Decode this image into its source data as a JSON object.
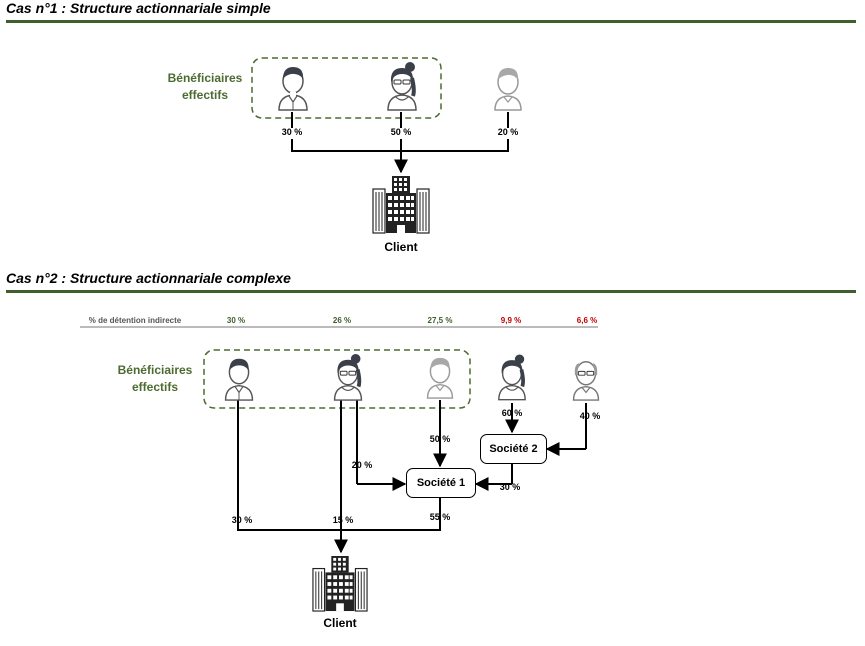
{
  "case1": {
    "title": "Cas n°1 : Structure actionnariale simple",
    "beneficiaries_label": "Bénéficiaires effectifs",
    "shares": [
      "30 %",
      "50 %",
      "20 %"
    ],
    "client_label": "Client"
  },
  "case2": {
    "title": "Cas n°2 : Structure actionnariale complexe",
    "beneficiaries_label": "Bénéficiaires effectifs",
    "indirect_header": "% de détention indirecte",
    "indirect_values": [
      "30 %",
      "26 %",
      "27,5 %",
      "9,9 %",
      "6,6 %"
    ],
    "indirect_colors": [
      "#3e5e2b",
      "#3e5e2b",
      "#3e5e2b",
      "#c00000",
      "#c00000"
    ],
    "societe1": "Société 1",
    "societe2": "Société 2",
    "pct_p3_to_s1": "50 %",
    "pct_p4_to_s2": "60 %",
    "pct_p5_to_s2": "40 %",
    "pct_p2_to_s1": "20 %",
    "pct_s2_to_s1": "30 %",
    "pct_p1_client": "30 %",
    "pct_p2_client": "15 %",
    "pct_s1_client": "55 %",
    "client_label": "Client"
  },
  "colors": {
    "accent_green": "#4b6b30",
    "rule_green": "#3e5e2b",
    "red": "#c00000",
    "dashed_border": "#4b6b30"
  },
  "icons": [
    "person-man-icon",
    "person-woman-icon",
    "person-grey-icon",
    "person-bald-glasses-icon",
    "office-building-icon"
  ]
}
